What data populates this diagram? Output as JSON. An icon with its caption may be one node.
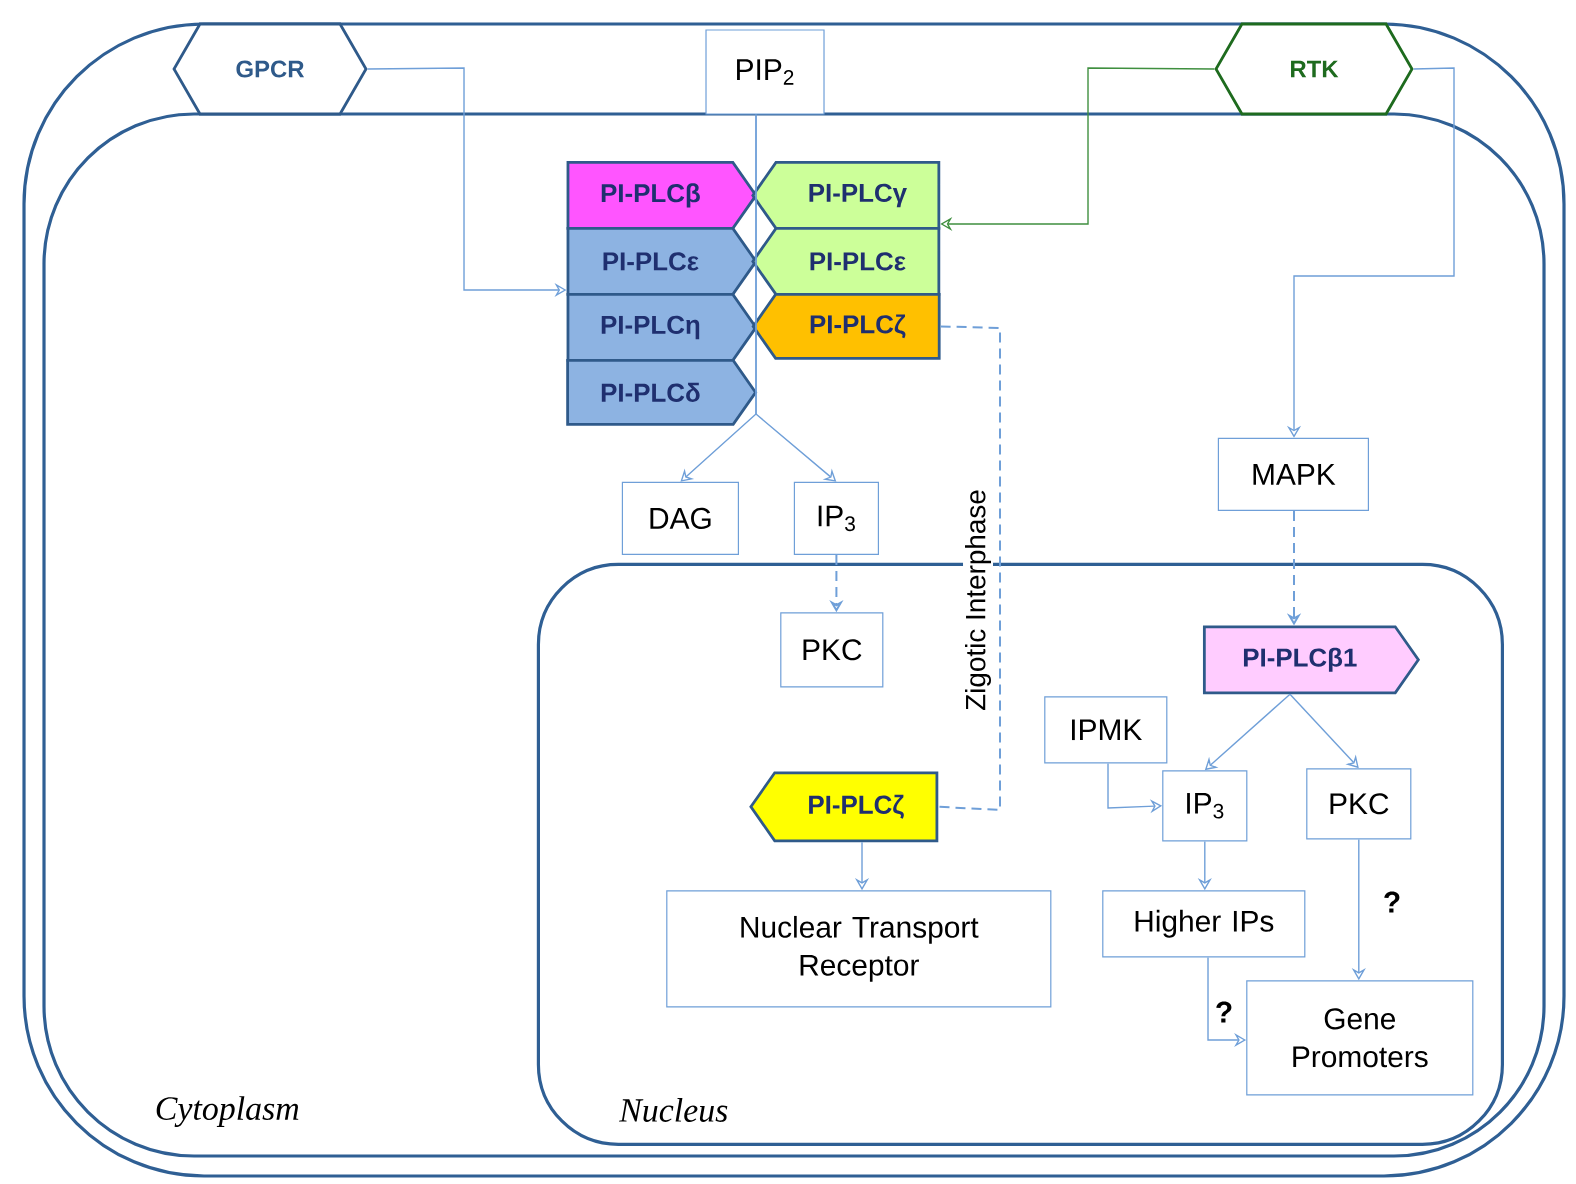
{
  "diagram": {
    "nodes": [
      {
        "text": [
          "Cytoplasm"
        ]
      },
      {
        "text": [
          "Nucleus"
        ],
        "in": 0
      },
      {
        "text": [
          "GPCR"
        ]
      },
      {
        "text": [
          "PIP$_{2}$"
        ]
      },
      {
        "text": [
          "RTK"
        ]
      },
      {
        "text": [
          "PI-PLCβ"
        ],
        "in": 0
      },
      {
        "text": [
          "PI-PLCε"
        ],
        "in": 0
      },
      {
        "text": [
          "PI-PLCη"
        ],
        "in": 0
      },
      {
        "text": [
          "PI-PLCδ"
        ],
        "in": 0
      },
      {
        "text": [
          "PI-PLCγ"
        ],
        "in": 0
      },
      {
        "text": [
          "PI-PLCε"
        ],
        "in": 0
      },
      {
        "text": [
          "PI-PLCζ"
        ],
        "in": 0
      },
      {
        "text": [
          "DAG"
        ],
        "in": 0
      },
      {
        "text": [
          "IP$_{3}$"
        ],
        "in": 0
      },
      {
        "text": [
          "MAPK"
        ],
        "in": 0
      },
      {
        "text": [
          "PKC"
        ],
        "in": 1
      },
      {
        "text": [
          "PI-PLCζ"
        ],
        "in": 1
      },
      {
        "text": [
          "Nuclear Transport Receptor"
        ],
        "in": 1
      },
      {
        "text": [
          "PI-PLCβ1"
        ],
        "in": 1
      },
      {
        "text": [
          "IPMK"
        ],
        "in": 1
      },
      {
        "text": [
          "IP$_{3}$"
        ],
        "in": 1
      },
      {
        "text": [
          "PKC"
        ],
        "in": 1
      },
      {
        "text": [
          "Higher IPs"
        ],
        "in": 1
      },
      {
        "text": [
          "Gene Promoters"
        ],
        "in": 1
      }
    ],
    "edges": [
      {
        "from": 2,
        "to": 6,
        "arrow": "to"
      },
      {
        "from": 4,
        "to": 9,
        "arrow": "to",
        "color": "#3f8f3f"
      },
      {
        "from": 4,
        "to": 14,
        "arrow": "to"
      },
      {
        "from": 3,
        "to": 12,
        "arrow": "to"
      },
      {
        "from": 3,
        "to": 13,
        "arrow": "to"
      },
      {
        "from": 13,
        "to": 15,
        "arrow": "to",
        "style": "dashed"
      },
      {
        "from": 11,
        "to": 16,
        "arrow": "none",
        "style": "dashed",
        "label": "Zigotic Interphase"
      },
      {
        "from": 14,
        "to": 18,
        "arrow": "to",
        "style": "dashed"
      },
      {
        "from": 16,
        "to": 17,
        "arrow": "to"
      },
      {
        "from": 18,
        "to": 20,
        "arrow": "to"
      },
      {
        "from": 18,
        "to": 21,
        "arrow": "to"
      },
      {
        "from": 19,
        "to": 20,
        "arrow": "to"
      },
      {
        "from": 20,
        "to": 22,
        "arrow": "to"
      },
      {
        "from": 22,
        "to": 23,
        "arrow": "to",
        "label": "?"
      },
      {
        "from": 21,
        "to": 23,
        "arrow": "to",
        "label": "?"
      }
    ]
  }
}
